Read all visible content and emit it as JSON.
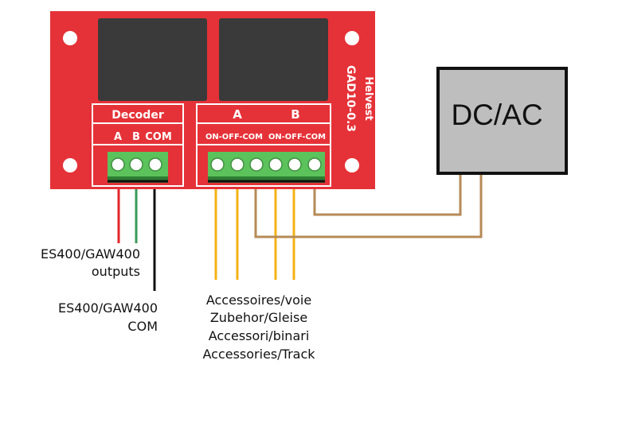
{
  "board": {
    "name": "Helvest",
    "model": "GAD10-0.3",
    "color": "#e53238",
    "decoder_section": {
      "title": "Decoder",
      "pins": [
        "A",
        "B",
        "COM"
      ]
    },
    "output_section": {
      "channel_a": "A",
      "channel_b": "B",
      "pins_a": "ON-OFF-COM",
      "pins_b": "ON-OFF-COM"
    }
  },
  "power_supply": {
    "label": "DC/AC",
    "color": "#bebebe"
  },
  "labels": {
    "decoder_outputs": [
      "ES400/GAW400",
      "outputs"
    ],
    "decoder_com": [
      "ES400/GAW400",
      "COM"
    ],
    "accessories": [
      "Accessoires/voie",
      "Zubehor/Gleise",
      "Accessori/binari",
      "Accessories/Track"
    ]
  },
  "wire_colors": {
    "red": "#e0262b",
    "green": "#3a9a58",
    "black": "#111111",
    "orange": "#f5b214",
    "brown": "#b68a57"
  }
}
